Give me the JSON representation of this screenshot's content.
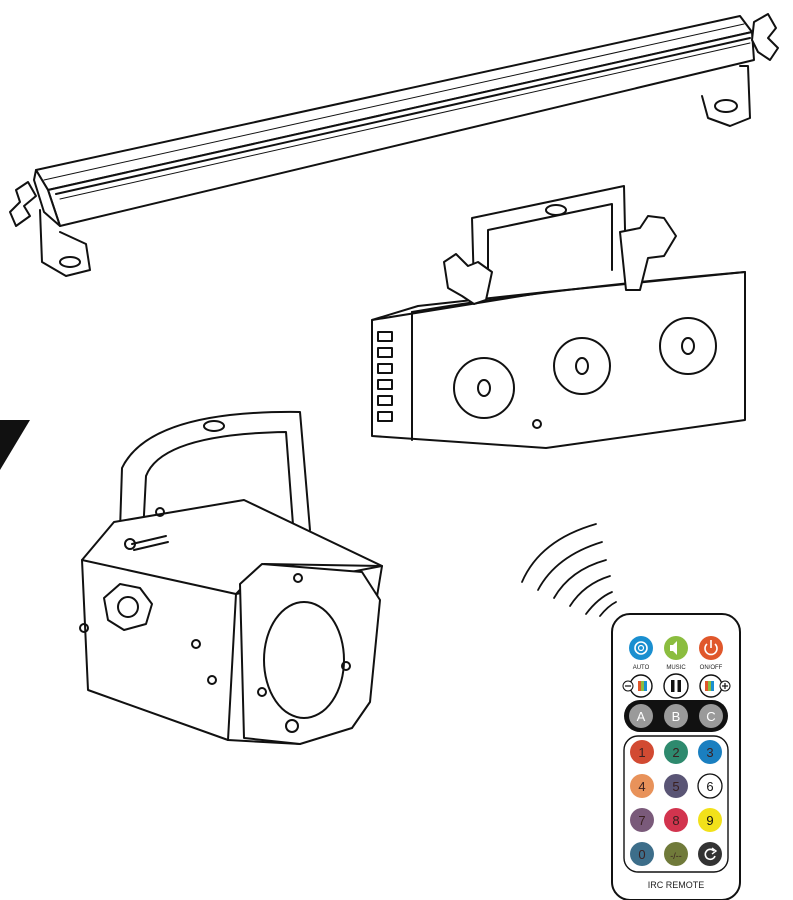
{
  "remote": {
    "buttons": {
      "auto": {
        "label": "AUTO",
        "icon": "auto-icon",
        "color": "#1a8fd0"
      },
      "music": {
        "label": "MUSIC",
        "icon": "speaker-icon",
        "color": "#8bbd3f"
      },
      "onoff": {
        "label": "ON/OFF",
        "icon": "power-icon",
        "color": "#e0572b"
      },
      "minus": {
        "icon": "minus-color-icon"
      },
      "pause": {
        "icon": "pause-icon"
      },
      "plus": {
        "icon": "plus-color-icon"
      }
    },
    "abc": [
      {
        "label": "A",
        "color": "#9a9a9a"
      },
      {
        "label": "B",
        "color": "#9a9a9a"
      },
      {
        "label": "C",
        "color": "#9a9a9a"
      }
    ],
    "numbers": [
      {
        "label": "1",
        "color": "#d24a32"
      },
      {
        "label": "2",
        "color": "#2e8a6e"
      },
      {
        "label": "3",
        "color": "#1a7fc0"
      },
      {
        "label": "4",
        "color": "#e8925a"
      },
      {
        "label": "5",
        "color": "#5a5575"
      },
      {
        "label": "6",
        "color": "#ffffff"
      },
      {
        "label": "7",
        "color": "#7a5a7a"
      },
      {
        "label": "8",
        "color": "#d2344e"
      },
      {
        "label": "9",
        "color": "#f2e11a"
      },
      {
        "label": "0",
        "color": "#3d6e8a"
      },
      {
        "label": "-/--",
        "color": "#707a3a"
      },
      {
        "label": "",
        "icon": "cycle-icon",
        "color": "#333333"
      }
    ],
    "title": "IRC REMOTE"
  }
}
